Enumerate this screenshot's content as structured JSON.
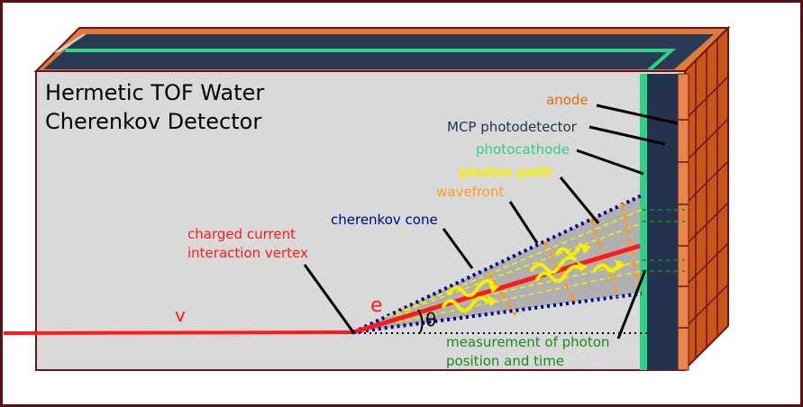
{
  "title_lines": [
    "Hermetic TOF Water",
    "Cherenkov Detector"
  ],
  "labels": {
    "anode": "anode",
    "mcp": "MCP photodetector",
    "photocathode": "photocathode",
    "photon_path": "photon path",
    "wavefront": "wavefront",
    "cherenkov_cone": "cherenkov cone",
    "vertex_line1": "charged current",
    "vertex_line2": "interaction vertex",
    "neutrino": "v",
    "electron": "e",
    "theta": "θ",
    "measurement_line1": "measurement of photon",
    "measurement_line2": "position and time"
  },
  "colors": {
    "frame_border": "#5a0f14",
    "detector_face": "#d9d9d9",
    "detector_edge": "#6b1414",
    "top_band": "#2a3a55",
    "top_orange": "#d2691e",
    "photocathode": "#2fd08a",
    "mcp": "#24344f",
    "anode": "#c8561a",
    "particle": "#ff1a1a",
    "cone": "#00008b",
    "photon": "#f5f000",
    "wavefront": "#ff9a1a",
    "measurement": "#1a8a1a",
    "anode_text": "#e06a10",
    "mcp_text": "#24344f",
    "photocathode_text": "#2fd08a",
    "photon_text": "#f5f000",
    "wavefront_text": "#ff9a1a",
    "cone_text": "#00008b",
    "vertex_text": "#ff1a1a",
    "measurement_text": "#1a8a1a"
  }
}
